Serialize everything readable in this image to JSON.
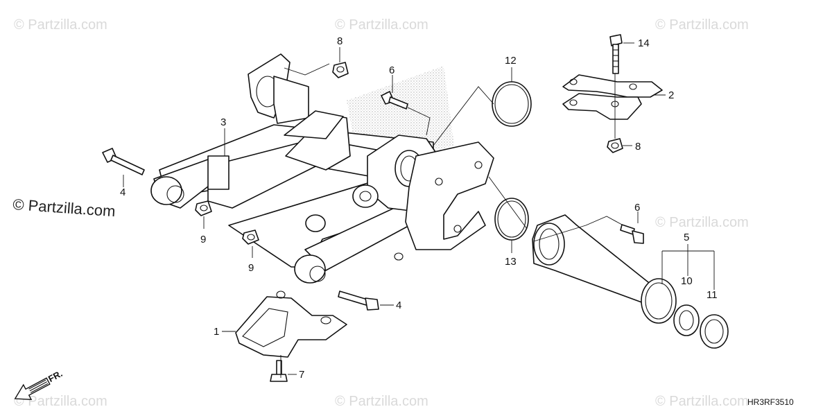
{
  "watermark": {
    "main": "© Partzilla.com",
    "faint": "© Partzilla.com"
  },
  "diagram_code": "HR3RF3510",
  "direction_label": "FR.",
  "callouts": {
    "c1": "1",
    "c2": "2",
    "c3": "3",
    "c4a": "4",
    "c4b": "4",
    "c5": "5",
    "c6a": "6",
    "c6b": "6",
    "c7": "7",
    "c8a": "8",
    "c8b": "8",
    "c9a": "9",
    "c9b": "9",
    "c10": "10",
    "c11": "11",
    "c12": "12",
    "c13": "13",
    "c14": "14"
  }
}
